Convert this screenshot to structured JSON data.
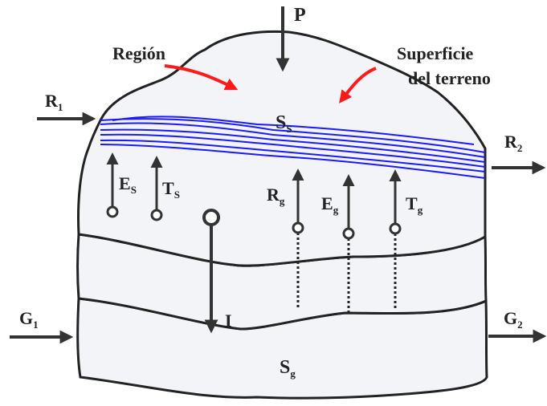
{
  "labels": {
    "P": "P",
    "region": "Región",
    "surface_line1": "Superficie",
    "surface_line2": "del terreno",
    "R1": {
      "base": "R",
      "sub": "1"
    },
    "R2": {
      "base": "R",
      "sub": "2"
    },
    "G1": {
      "base": "G",
      "sub": "1"
    },
    "G2": {
      "base": "G",
      "sub": "2"
    },
    "Ss": {
      "base": "S",
      "sub": "S"
    },
    "Sg": {
      "base": "S",
      "sub": "g"
    },
    "Es": {
      "base": "E",
      "sub": "S"
    },
    "Ts": {
      "base": "T",
      "sub": "S"
    },
    "Rg": {
      "base": "R",
      "sub": "g"
    },
    "Eg": {
      "base": "E",
      "sub": "g"
    },
    "Tg": {
      "base": "T",
      "sub": "g"
    },
    "I": "I"
  },
  "colors": {
    "outline": "#222222",
    "fill": "#f2f4f8",
    "water_lines": "#1a1aff",
    "pointer_arrows": "#ff1a1a",
    "flow_arrows": "#333333"
  }
}
